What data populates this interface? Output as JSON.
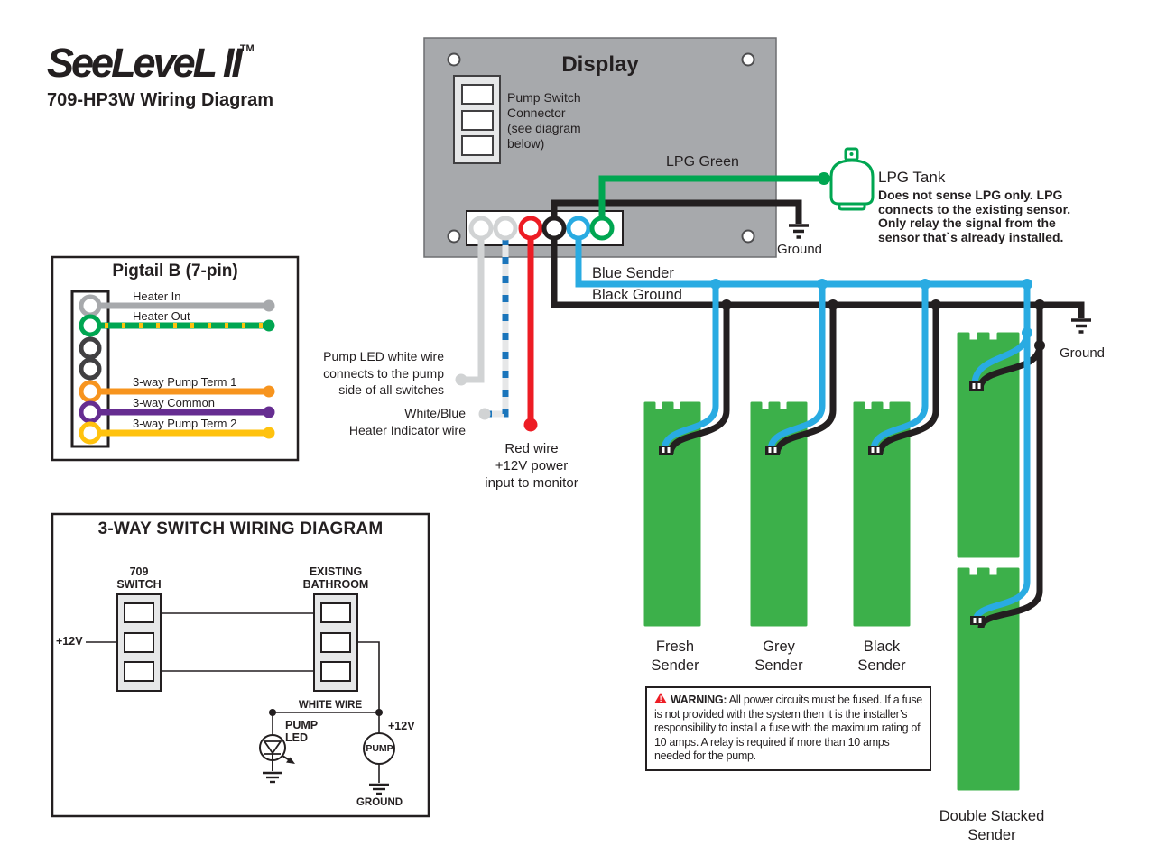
{
  "brand": {
    "logo": "SeeLeveL II",
    "trademark": "TM",
    "subtitle": "709-HP3W Wiring Diagram"
  },
  "display": {
    "title": "Display",
    "pump_switch_note": "Pump Switch\nConnector\n(see diagram\nbelow)",
    "lpg_wire_label": "LPG Green",
    "ground_label": "Ground"
  },
  "lpg_tank": {
    "title": "LPG Tank",
    "note": "Does not sense LPG only. LPG\nconnects to the existing sensor.\nOnly relay the signal from the\nsensor that`s already installed."
  },
  "sender_bus": {
    "blue_label": "Blue Sender",
    "black_label": "Black Ground",
    "ground_label": "Ground"
  },
  "display_wires": {
    "pump_led_note": "Pump LED white wire\nconnects to the pump\nside of all switches",
    "heater_indicator_note": "White/Blue\nHeater Indicator wire",
    "power_note": "Red wire\n+12V power\ninput to monitor"
  },
  "pigtail": {
    "title": "Pigtail B (7-pin)",
    "pins": [
      {
        "label": "Heater In",
        "color": "#a7a9ac"
      },
      {
        "label": "Heater Out",
        "color": "#00a651"
      },
      {
        "label": "",
        "color": "#231f20"
      },
      {
        "label": "",
        "color": "#231f20"
      },
      {
        "label": "3-way Pump Term 1",
        "color": "#f7941e"
      },
      {
        "label": "3-way Common",
        "color": "#662d91"
      },
      {
        "label": "3-way Pump Term 2",
        "color": "#ffc20e"
      }
    ]
  },
  "senders": {
    "fresh": "Fresh\nSender",
    "grey": "Grey\nSender",
    "black": "Black\nSender",
    "double": "Double Stacked\nSender"
  },
  "warning": {
    "title": "WARNING:",
    "text": "All power circuits must be fused. If a fuse is not provided with the system then it is the installer’s responsibility to install a fuse with the maximum rating of 10 amps. A relay is required if more than 10 amps needed for the pump."
  },
  "three_way": {
    "title": "3-WAY SWITCH WIRING DIAGRAM",
    "left_switch_label": "709\nSWITCH",
    "right_switch_label": "EXISTING\nBATHROOM",
    "supply_label": "+12V",
    "white_wire_label": "WHITE WIRE",
    "pump_led_label": "PUMP\nLED",
    "pump_supply_label": "+12V",
    "pump_label": "PUMP",
    "ground_label": "GROUND"
  },
  "colors": {
    "display_gray": "#a7a9ac",
    "sender_green": "#3cb04a",
    "wire_green": "#00a651",
    "wire_blue": "#29abe2",
    "wire_red": "#ed1c24",
    "wire_black": "#231f20",
    "wire_white": "#d1d3d4",
    "wire_orange": "#f7941e",
    "wire_purple": "#662d91",
    "wire_yellow": "#ffc20e",
    "wire_gray": "#a7a9ac",
    "warning_red": "#ed1c24"
  }
}
